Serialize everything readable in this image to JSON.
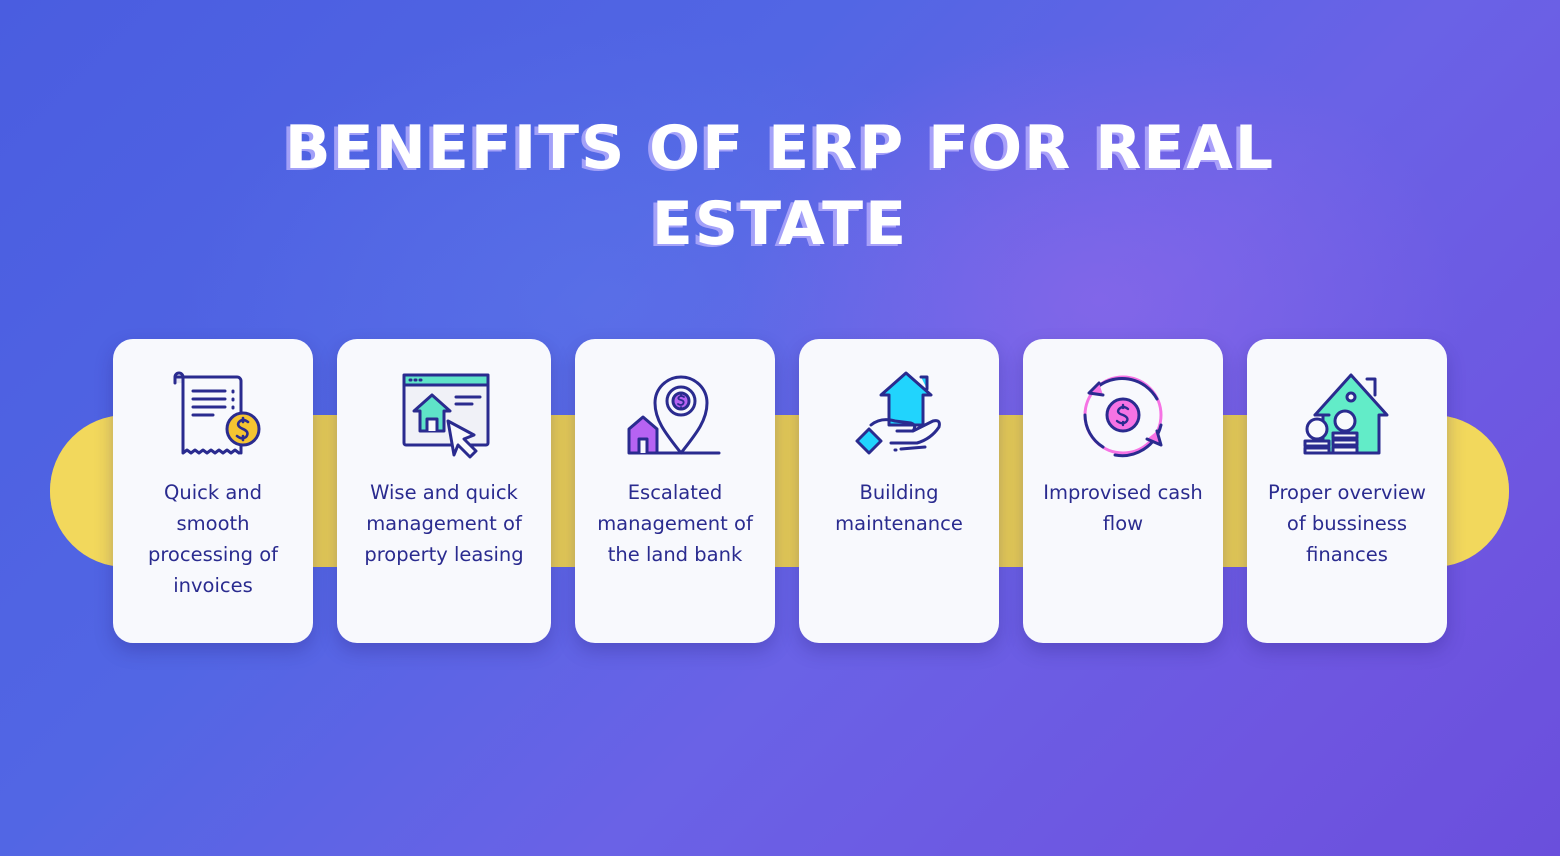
{
  "title": {
    "line1": "BENEFITS OF ERP FOR REAL",
    "line2": "ESTATE"
  },
  "colors": {
    "background_start": "#4a5de0",
    "background_end": "#6e55e0",
    "band": "#e6cc55",
    "card": "#f8f9fd",
    "text": "#2a2b8f",
    "icon_stroke": "#2a2b8f"
  },
  "benefits": [
    {
      "icon": "invoice-receipt-dollar-icon",
      "label": "Quick and smooth processing of invoices",
      "accent": "#f5c431"
    },
    {
      "icon": "browser-house-cursor-icon",
      "label": "Wise and quick management of property leasing",
      "accent": "#5fe3c8"
    },
    {
      "icon": "location-pin-house-dollar-icon",
      "label": "Escalated management of the land bank",
      "accent": "#b663f2"
    },
    {
      "icon": "hand-holding-house-icon",
      "label": "Building maintenance",
      "accent": "#21d4fd"
    },
    {
      "icon": "cycle-arrows-dollar-icon",
      "label": "Improvised cash flow",
      "accent": "#f673e4"
    },
    {
      "icon": "house-coins-icon",
      "label": "Proper overview of bussiness finances",
      "accent": "#62ecc8"
    }
  ]
}
